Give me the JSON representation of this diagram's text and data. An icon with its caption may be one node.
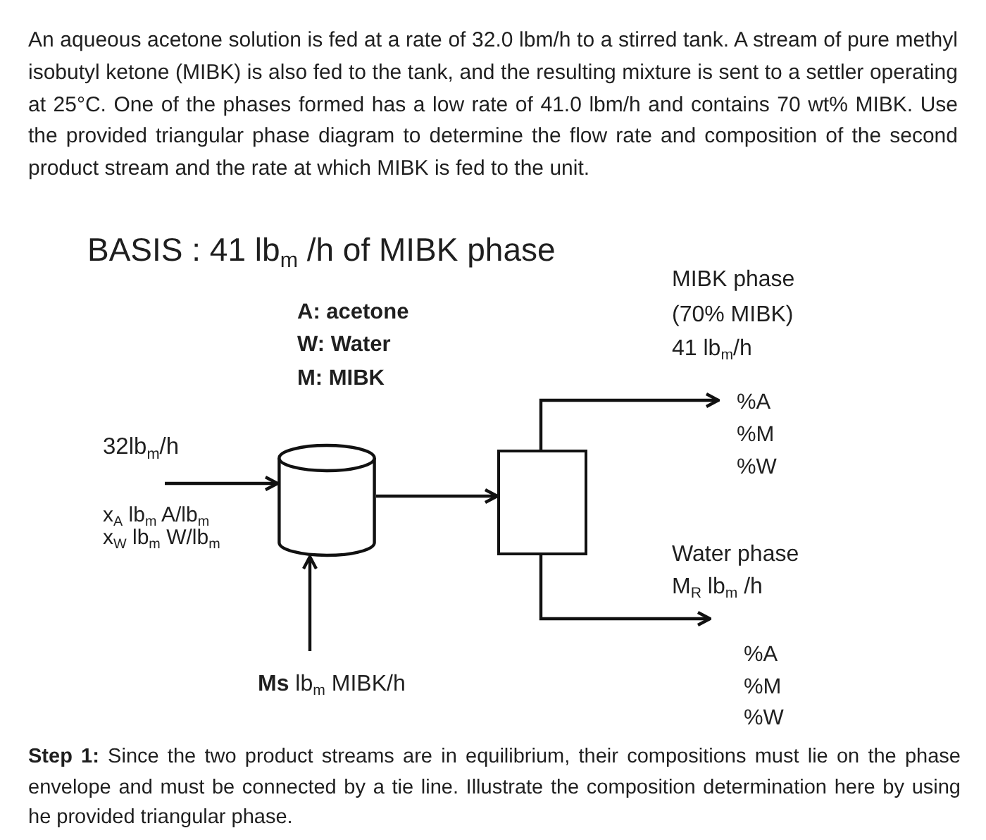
{
  "diagram": {
    "title": "BASIS : 41 lb$_{m}$ /h of MIBK phase",
    "nodes": [
      {
        "text": [],
        "shape": "cylinder"
      },
      {
        "text": [],
        "shape": "box"
      },
      {
        "text": [
          "**Ms** lb$_{m}$ MIBK/h"
        ]
      },
      {
        "text": [
          "%A",
          "%M",
          "%W"
        ]
      },
      {
        "text": [
          "Water phase",
          "M$_{R}$ lb$_{m}$ /h"
        ]
      }
    ],
    "edges": [
      {
        "from": null,
        "to": 0,
        "arrow": "to"
      },
      {
        "from": 2,
        "to": 0,
        "arrow": "to"
      },
      {
        "from": 0,
        "to": 1,
        "arrow": "to"
      },
      {
        "from": 1,
        "to": 3,
        "arrow": "to"
      },
      {
        "from": 1,
        "to": 4,
        "arrow": "to"
      }
    ],
    "labels": [
      "An aqueous acetone solution is fed at a rate of 32.0 lbm/h to a stirred tank. A stream of pure methyl isobutyl ketone (MIBK) is also fed to the tank, and the resulting mixture is sent to a settler operating at 25°C. One of the phases formed has a low rate of 41.0 lbm/h and contains 70 wt% MIBK. Use the provided triangular phase diagram to determine the flow rate and composition of the second product stream and the rate at which MIBK is fed to the unit.",
      "A: acetone",
      "W: Water",
      "M: MIBK",
      "MIBK phase",
      "(70% MIBK)",
      "41 lb$_{m}$/h",
      "32lb$_{m}$/h",
      "x$_{A}$ lb$_{m}$ A/lb$_{m}$",
      "x$_{W}$ lb$_{m}$ W/lb$_{m}$",
      "%A",
      "%M",
      "%W",
      "**Step 1:** Since the two product streams are in equilibrium, their compositions must lie on the phase envelope and must be connected by a tie line. Illustrate the composition determination here by using he provided triangular phase."
    ]
  }
}
